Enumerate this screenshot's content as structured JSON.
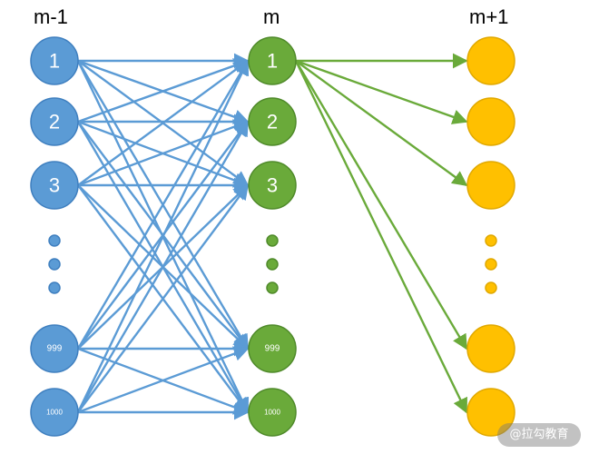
{
  "columns": {
    "prev": {
      "title": "m-1",
      "labels": [
        "1",
        "2",
        "3",
        "",
        "",
        "",
        "999",
        "1000"
      ]
    },
    "curr": {
      "title": "m",
      "labels": [
        "1",
        "2",
        "3",
        "",
        "",
        "",
        "999",
        "1000"
      ]
    },
    "next": {
      "title": "m+1",
      "labels": [
        "",
        "",
        "",
        "",
        "",
        "",
        "",
        ""
      ]
    }
  },
  "colors": {
    "prev_fill": "#5b9bd5",
    "prev_stroke": "#3f7fbf",
    "prev_edge": "#5b9bd5",
    "curr_fill": "#6aaa3a",
    "curr_stroke": "#4f8a2a",
    "curr_edge": "#6aaa3a",
    "next_fill": "#ffc000",
    "next_stroke": "#e0a800"
  },
  "watermark": "@拉勾教育"
}
